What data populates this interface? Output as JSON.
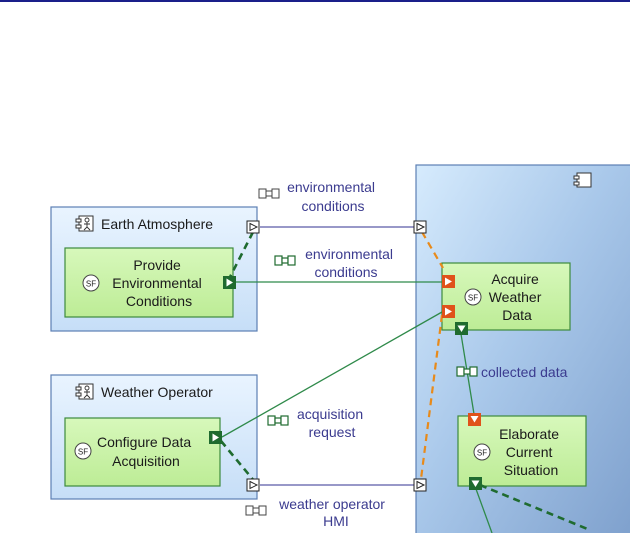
{
  "actors": {
    "earth_atmosphere": "Earth Atmosphere",
    "weather_operator": "Weather Operator"
  },
  "functions": {
    "provide_environmental_conditions": [
      "Provide",
      "Environmental",
      "Conditions"
    ],
    "configure_data_acquisition": [
      "Configure Data",
      "Acquisition"
    ],
    "acquire_weather_data": [
      "Acquire",
      "Weather",
      "Data"
    ],
    "elaborate_current_situation": [
      "Elaborate",
      "Current",
      "Situation"
    ]
  },
  "function_badge": "SF",
  "exchanges": {
    "environmental_conditions_top": [
      "environmental",
      "conditions"
    ],
    "environmental_conditions_mid": [
      "environmental",
      "conditions"
    ],
    "collected_data": "collected data",
    "acquisition_request": [
      "acquisition",
      "request"
    ],
    "weather_operator_hmi": [
      "weather operator",
      "HMI"
    ]
  },
  "colors": {
    "actor_fill": "#cfe6fb",
    "actor_stroke": "#5c7fb3",
    "system_fill": "#8fb2dc",
    "function_fill": "#c7f2a5",
    "function_stroke": "#3d8a3d",
    "exchange_line": "#2f8a4a",
    "interface_line": "#5a5aa8",
    "allocation_dashed": "#1f6b2f",
    "component_exchange_dashed": "#e88a1a",
    "port_out": "#e0521a",
    "port_in": "#1f6b2f"
  }
}
